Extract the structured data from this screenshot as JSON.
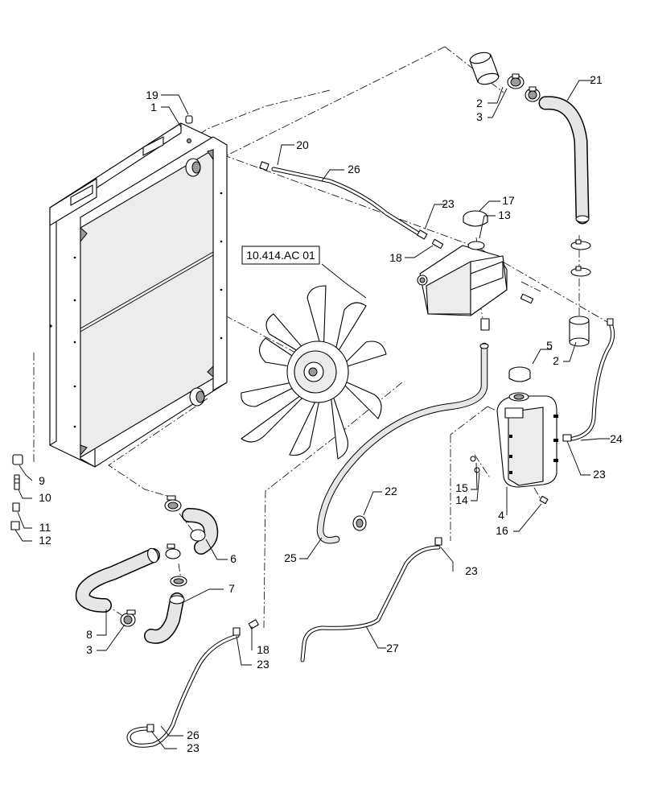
{
  "figure": {
    "reference": "10.414.AC 01",
    "callouts": [
      {
        "id": "c19",
        "text": "19"
      },
      {
        "id": "c1",
        "text": "1"
      },
      {
        "id": "c20",
        "text": "20"
      },
      {
        "id": "c26a",
        "text": "26"
      },
      {
        "id": "c23a",
        "text": "23"
      },
      {
        "id": "c17",
        "text": "17"
      },
      {
        "id": "c13",
        "text": "13"
      },
      {
        "id": "c18a",
        "text": "18"
      },
      {
        "id": "c2a",
        "text": "2"
      },
      {
        "id": "c3a",
        "text": "3"
      },
      {
        "id": "c21",
        "text": "21"
      },
      {
        "id": "c2b",
        "text": "2"
      },
      {
        "id": "c5",
        "text": "5"
      },
      {
        "id": "c24",
        "text": "24"
      },
      {
        "id": "c23b",
        "text": "23"
      },
      {
        "id": "c15",
        "text": "15"
      },
      {
        "id": "c14",
        "text": "14"
      },
      {
        "id": "c4",
        "text": "4"
      },
      {
        "id": "c16",
        "text": "16"
      },
      {
        "id": "c9",
        "text": "9"
      },
      {
        "id": "c10",
        "text": "10"
      },
      {
        "id": "c11",
        "text": "11"
      },
      {
        "id": "c12",
        "text": "12"
      },
      {
        "id": "c6",
        "text": "6"
      },
      {
        "id": "c7",
        "text": "7"
      },
      {
        "id": "c8",
        "text": "8"
      },
      {
        "id": "c3b",
        "text": "3"
      },
      {
        "id": "c22",
        "text": "22"
      },
      {
        "id": "c25",
        "text": "25"
      },
      {
        "id": "c23c",
        "text": "23"
      },
      {
        "id": "c27",
        "text": "27"
      },
      {
        "id": "c18b",
        "text": "18"
      },
      {
        "id": "c23d",
        "text": "23"
      },
      {
        "id": "c26b",
        "text": "26"
      },
      {
        "id": "c23e",
        "text": "23"
      }
    ]
  }
}
